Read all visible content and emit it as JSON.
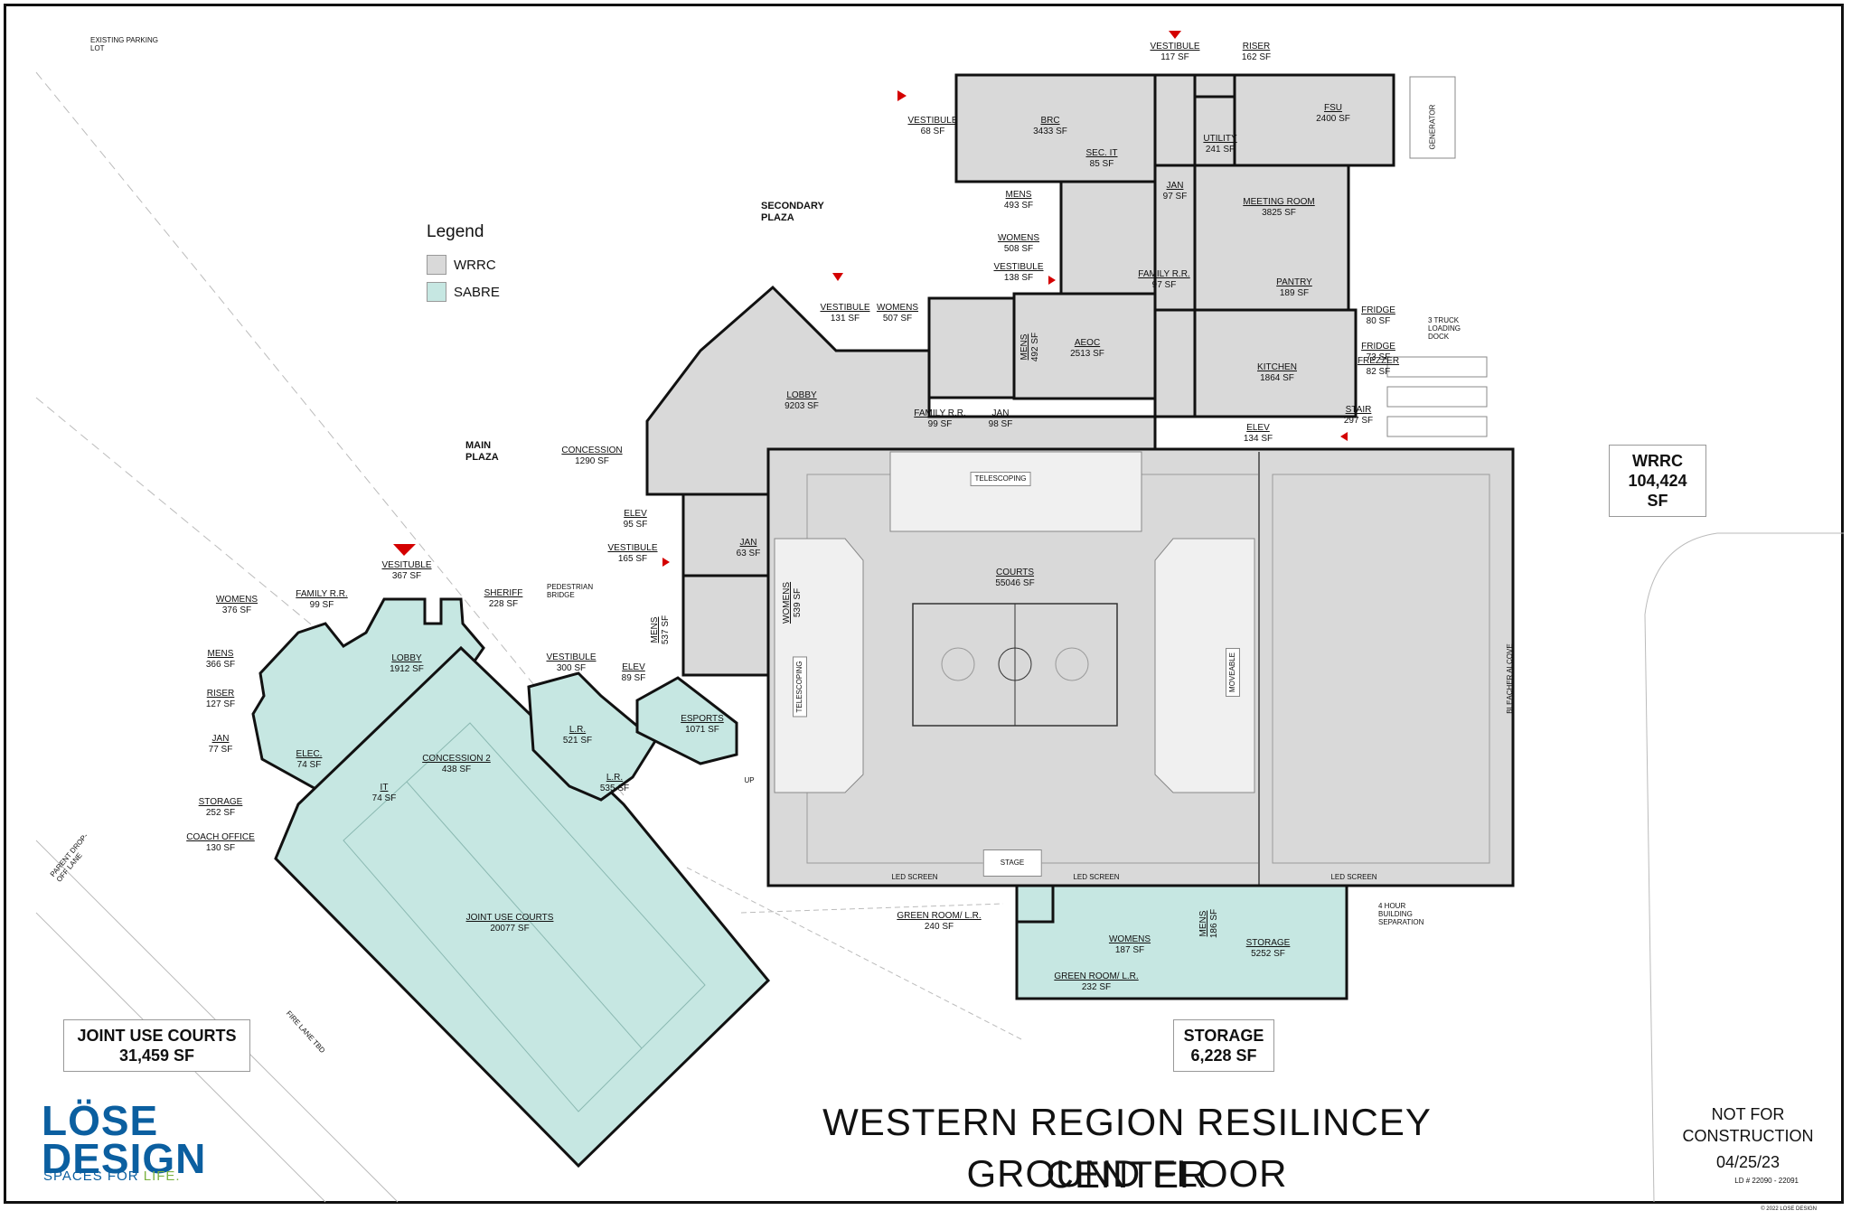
{
  "title_line1": "WESTERN REGION RESILINCEY CENTER",
  "title_line2": "GROUND FLOOR",
  "not_for_construction": "NOT FOR CONSTRUCTION",
  "date": "04/25/23",
  "ld_number": "LD # 22090 - 22091",
  "copyright": "© 2022 LOSE DESIGN",
  "logo": {
    "line1": "LÖSE",
    "line2": "DESIGN",
    "tag_a": "SPACES FOR ",
    "tag_b": "LIFE."
  },
  "legend": {
    "title": "Legend",
    "items": [
      {
        "label": "WRRC",
        "color": "#d9d9d9"
      },
      {
        "label": "SABRE",
        "color": "#c6e7e2"
      }
    ]
  },
  "summary": {
    "wrrc_name": "WRRC",
    "wrrc_area": "104,424 SF",
    "joint_name": "JOINT USE COURTS",
    "joint_area": "31,459 SF",
    "storage_name": "STORAGE",
    "storage_area": "6,228 SF"
  },
  "plazas": {
    "secondary": "SECONDARY PLAZA",
    "main": "MAIN PLAZA"
  },
  "site_notes": {
    "parking": "EXISTING PARKING LOT",
    "dropoff": "PARENT DROP-OFF LANE",
    "fire_lane": "FIRE LANE TBD",
    "truck_dock": "3 TRUCK LOADING DOCK",
    "separation": "4 HOUR BUILDING SEPARATION",
    "pedestrian": "PEDESTRIAN BRIDGE",
    "generator": "GENERATOR"
  },
  "rooms": [
    {
      "name": "VESTIBULE",
      "area": "117 SF"
    },
    {
      "name": "RISER",
      "area": "162 SF"
    },
    {
      "name": "VESTIBULE",
      "area": "68 SF"
    },
    {
      "name": "BRC",
      "area": "3433 SF"
    },
    {
      "name": "FSU",
      "area": "2400 SF"
    },
    {
      "name": "UTILITY",
      "area": "241 SF"
    },
    {
      "name": "SEC. IT",
      "area": "85 SF"
    },
    {
      "name": "JAN",
      "area": "97 SF"
    },
    {
      "name": "MENS",
      "area": "493 SF"
    },
    {
      "name": "MEETING ROOM",
      "area": "3825 SF"
    },
    {
      "name": "WOMENS",
      "area": "508 SF"
    },
    {
      "name": "VESTIBULE",
      "area": "138 SF"
    },
    {
      "name": "FAMILY R.R.",
      "area": "97 SF"
    },
    {
      "name": "PANTRY",
      "area": "189 SF"
    },
    {
      "name": "VESTIBULE",
      "area": "131 SF"
    },
    {
      "name": "WOMENS",
      "area": "507 SF"
    },
    {
      "name": "MENS",
      "area": "492 SF"
    },
    {
      "name": "AEOC",
      "area": "2513 SF"
    },
    {
      "name": "FRIDGE",
      "area": "80 SF"
    },
    {
      "name": "FRIDGE",
      "area": "73 SF"
    },
    {
      "name": "FREZZER",
      "area": "82 SF"
    },
    {
      "name": "KITCHEN",
      "area": "1864 SF"
    },
    {
      "name": "LOBBY",
      "area": "9203 SF"
    },
    {
      "name": "FAMILY R.R.",
      "area": "99 SF"
    },
    {
      "name": "JAN",
      "area": "98 SF"
    },
    {
      "name": "STAIR",
      "area": "297 SF"
    },
    {
      "name": "ELEV",
      "area": "134 SF"
    },
    {
      "name": "CONCESSION",
      "area": "1290 SF"
    },
    {
      "name": "ELEV",
      "area": "95 SF"
    },
    {
      "name": "VESTIBULE",
      "area": "165 SF"
    },
    {
      "name": "JAN",
      "area": "63 SF"
    },
    {
      "name": "COURTS",
      "area": "55046 SF"
    },
    {
      "name": "WOMENS",
      "area": "539 SF"
    },
    {
      "name": "MENS",
      "area": "537 SF"
    },
    {
      "name": "ELEV",
      "area": "89 SF"
    },
    {
      "name": "ESPORTS",
      "area": "1071 SF"
    },
    {
      "name": "VESITUBLE",
      "area": "367 SF"
    },
    {
      "name": "WOMENS",
      "area": "376 SF"
    },
    {
      "name": "FAMILY R.R.",
      "area": "99 SF"
    },
    {
      "name": "SHERIFF",
      "area": "228 SF"
    },
    {
      "name": "VESTIBULE",
      "area": "300 SF"
    },
    {
      "name": "MENS",
      "area": "366 SF"
    },
    {
      "name": "LOBBY",
      "area": "1912 SF"
    },
    {
      "name": "RISER",
      "area": "127 SF"
    },
    {
      "name": "JAN",
      "area": "77 SF"
    },
    {
      "name": "ELEC.",
      "area": "74 SF"
    },
    {
      "name": "CONCESSION 2",
      "area": "438 SF"
    },
    {
      "name": "L.R.",
      "area": "521 SF"
    },
    {
      "name": "L.R.",
      "area": "535 SF"
    },
    {
      "name": "IT",
      "area": "74 SF"
    },
    {
      "name": "STORAGE",
      "area": "252 SF"
    },
    {
      "name": "COACH OFFICE",
      "area": "130 SF"
    },
    {
      "name": "JOINT USE COURTS",
      "area": "20077 SF"
    },
    {
      "name": "GREEN ROOM/ L.R.",
      "area": "240 SF"
    },
    {
      "name": "WOMENS",
      "area": "187 SF"
    },
    {
      "name": "MENS",
      "area": "186 SF"
    },
    {
      "name": "STORAGE",
      "area": "5252 SF"
    },
    {
      "name": "GREEN ROOM/ L.R.",
      "area": "232 SF"
    }
  ],
  "plan_labels": {
    "telescoping_top": "TELESCOPING",
    "telescoping_side": "TELESCOPING",
    "moveable": "MOVEABLE",
    "bleacher": "BLEACHER ALCOVE",
    "stage": "STAGE",
    "led1": "LED SCREEN",
    "led2": "LED SCREEN",
    "led3": "LED SCREEN",
    "up": "UP"
  }
}
